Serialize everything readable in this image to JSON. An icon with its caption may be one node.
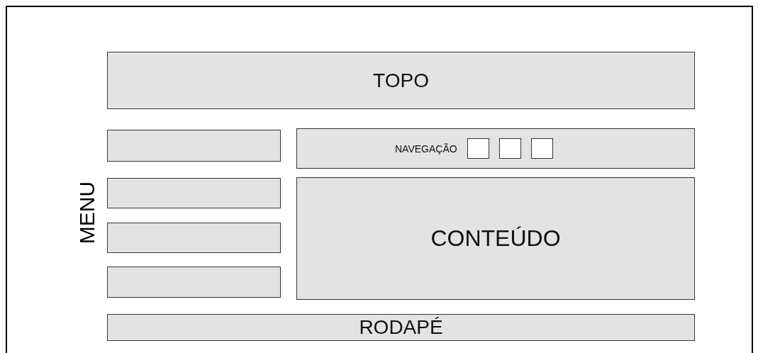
{
  "diagram": {
    "nodes": [
      {
        "text": [
          "TOPO"
        ]
      },
      {
        "text": [],
        "shape": "box"
      },
      {
        "text": [],
        "shape": "box"
      },
      {
        "text": [],
        "shape": "box"
      },
      {
        "text": [],
        "shape": "box"
      },
      {
        "text": [
          "NAVEGAÇÃO"
        ]
      },
      {
        "text": [],
        "shape": "box",
        "in": 5
      },
      {
        "text": [],
        "shape": "box",
        "in": 5
      },
      {
        "text": [],
        "shape": "box",
        "in": 5
      },
      {
        "text": [
          "CONTEÚDO"
        ]
      },
      {
        "text": [
          "RODAPÉ"
        ]
      }
    ],
    "labels": [
      "MENU"
    ]
  }
}
